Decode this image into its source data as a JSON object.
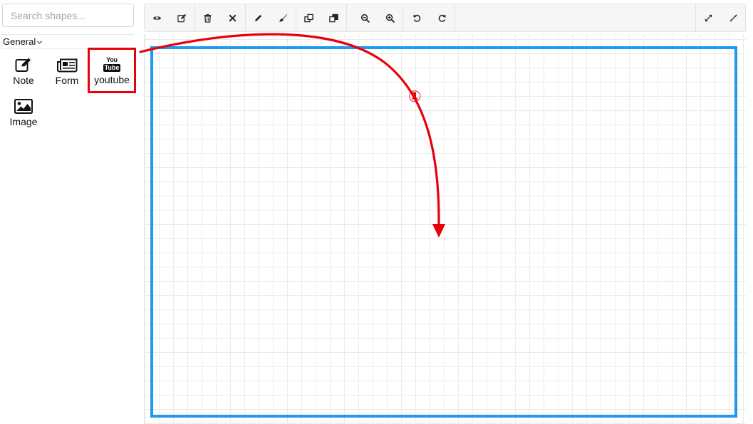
{
  "search": {
    "placeholder": "Search shapes..."
  },
  "category": {
    "label": "General",
    "chevron": "chevron-down-icon"
  },
  "shapes": [
    {
      "label": "Note",
      "icon": "note-edit-icon"
    },
    {
      "label": "Form",
      "icon": "newspaper-form-icon"
    },
    {
      "label": "youtube",
      "icon": "youtube-icon",
      "icon_text_top": "You",
      "icon_text_bottom": "Tube",
      "selected": true
    },
    {
      "label": "Image",
      "icon": "image-icon"
    }
  ],
  "toolbar": {
    "groups": [
      [
        "preview-eye-icon",
        "edit-square-icon"
      ],
      [
        "delete-trash-icon",
        "close-x-icon"
      ],
      [
        "pencil-icon",
        "brush-icon"
      ],
      [
        "bring-forward-icon",
        "send-backward-icon"
      ],
      [
        "zoom-out-icon",
        "zoom-in-icon"
      ],
      [
        "undo-icon",
        "redo-icon"
      ]
    ],
    "right_group": [
      "expand-icon",
      "compress-icon"
    ]
  },
  "annotation": {
    "step": "①",
    "color": "#e8000b"
  },
  "colors": {
    "frame": "#1a9af0",
    "highlight": "#e8000b",
    "grid": "#ebebeb"
  }
}
